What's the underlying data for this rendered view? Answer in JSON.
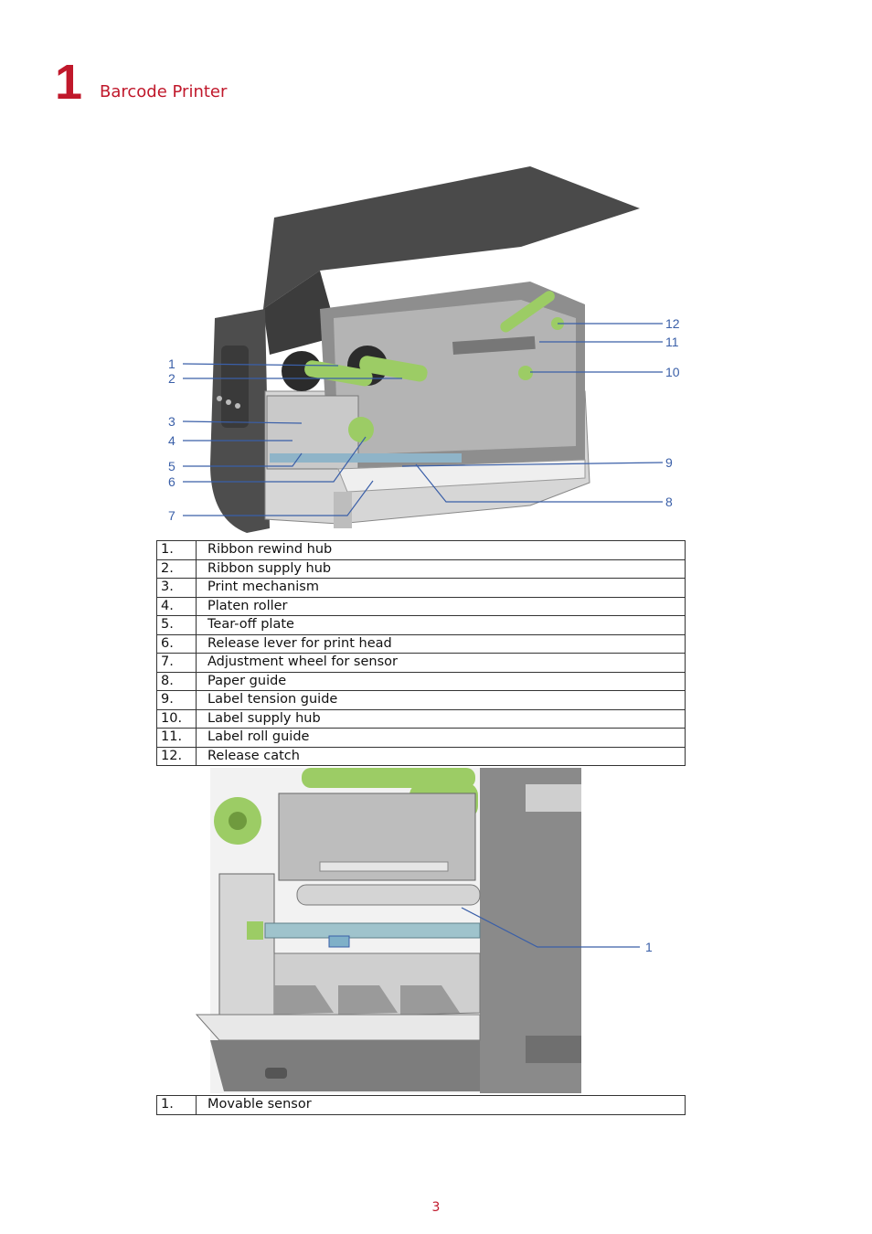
{
  "header": {
    "chapter_number": "1",
    "chapter_title": "Barcode Printer"
  },
  "figure1": {
    "callouts": [
      "1",
      "2",
      "3",
      "4",
      "5",
      "6",
      "7",
      "8",
      "9",
      "10",
      "11",
      "12"
    ]
  },
  "table1": {
    "rows": [
      {
        "num": "1.",
        "label": "Ribbon rewind hub"
      },
      {
        "num": "2.",
        "label": "Ribbon supply hub"
      },
      {
        "num": "3.",
        "label": "Print mechanism"
      },
      {
        "num": "4.",
        "label": "Platen roller"
      },
      {
        "num": "5.",
        "label": "Tear-off plate"
      },
      {
        "num": "6.",
        "label": "Release lever for print head"
      },
      {
        "num": "7.",
        "label": "Adjustment wheel for sensor"
      },
      {
        "num": "8.",
        "label": "Paper guide"
      },
      {
        "num": "9.",
        "label": "Label tension guide"
      },
      {
        "num": "10.",
        "label": "Label supply hub"
      },
      {
        "num": "11.",
        "label": "Label roll guide"
      },
      {
        "num": "12.",
        "label": "Release catch"
      }
    ]
  },
  "figure2": {
    "callouts": [
      "1"
    ]
  },
  "table2": {
    "rows": [
      {
        "num": "1.",
        "label": "Movable sensor"
      }
    ]
  },
  "footer": {
    "page_number": "3"
  },
  "colors": {
    "accent": "#c0182b",
    "callout": "#3a5fa8",
    "part_green": "#9ccc65"
  }
}
